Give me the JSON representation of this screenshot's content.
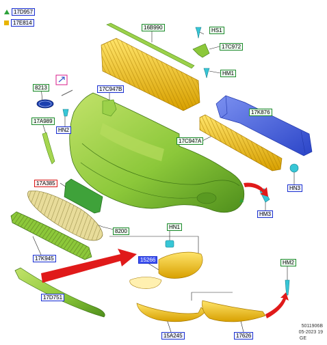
{
  "legend": [
    {
      "symbol": "triangle",
      "color": "#2da23b",
      "code": "17D957"
    },
    {
      "symbol": "square",
      "color": "#e8b400",
      "code": "17E814"
    }
  ],
  "labels": {
    "p16B990": "16B990",
    "hs1": "HS1",
    "p17C972": "17C972",
    "hm1": "HM1",
    "p8213": "8213",
    "p17C947B": "17C947B",
    "p17A989": "17A989",
    "hn2": "HN2",
    "p17K876": "17K876",
    "p17C947A": "17C947A",
    "p17A385": "17A385",
    "hn3": "HN3",
    "hm3": "HM3",
    "p8200": "8200",
    "hn1": "HN1",
    "p17K945": "17K945",
    "p15266": "15266",
    "hm2": "HM2",
    "p17D751": "17D751",
    "p15A245": "15A245",
    "p17626": "17626"
  },
  "reference": {
    "code": "5011906B",
    "date": "05-2023 19",
    "region": "GE"
  },
  "colors": {
    "bumper": "#8cc83a",
    "yellow_parts": "#f0c010",
    "blue_beam": "#4a66d8",
    "cyan_clips": "#37c6d6",
    "arrow_red": "#e01a1a",
    "grille_tan": "#d8cc84"
  }
}
